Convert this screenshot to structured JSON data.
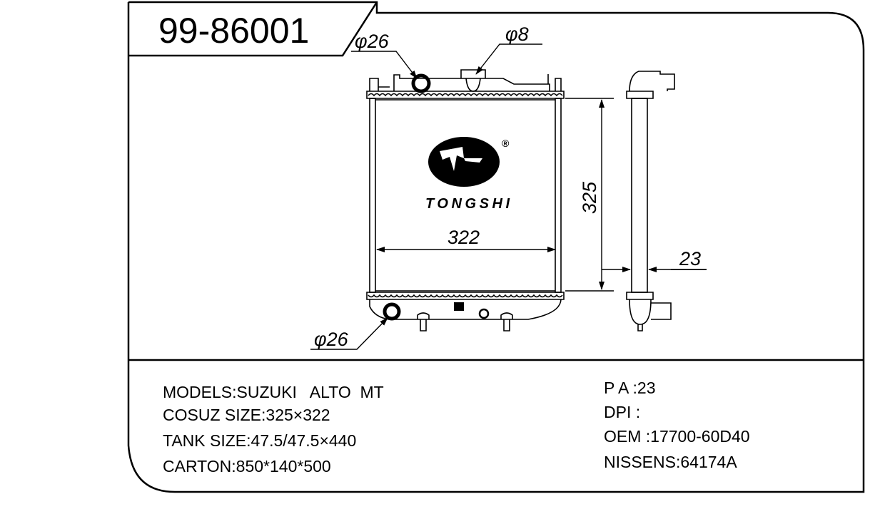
{
  "drawing": {
    "part_number": "99-86001",
    "brand_logo": "TONGSHI",
    "registered_mark": "®",
    "dimensions": {
      "inlet_top": "φ26",
      "cap": "φ8",
      "outlet_bottom": "φ26",
      "height": "325",
      "width": "322",
      "thickness": "23"
    }
  },
  "specs_left": [
    "MODELS:SUZUKI   ALTO  MT",
    "COSUZ SIZE:325×322",
    "TANK SIZE:47.5/47.5×440",
    "CARTON:850*140*500"
  ],
  "specs_right": [
    "P A :23",
    "DPI :",
    "OEM :17700-60D40",
    "NISSENS:64174A"
  ]
}
